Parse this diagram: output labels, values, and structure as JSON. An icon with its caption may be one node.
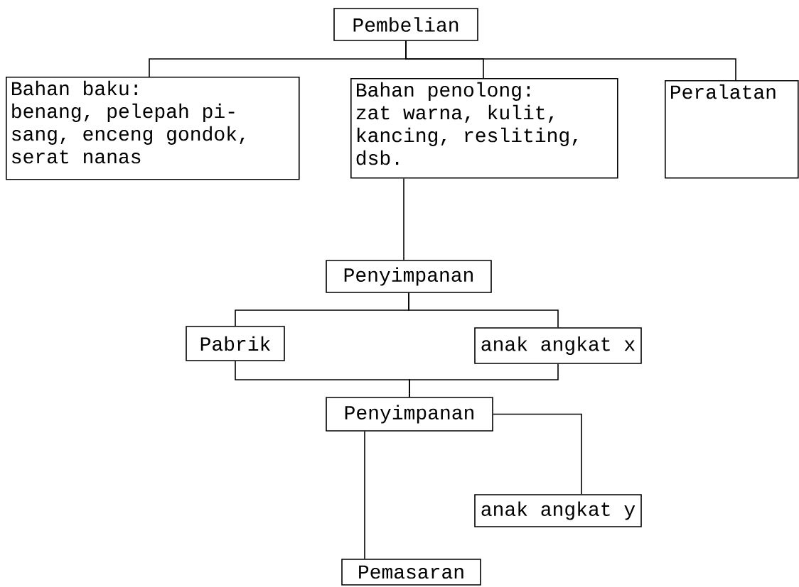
{
  "diagram": {
    "nodes": [
      {
        "text": [
          "Pembelian"
        ]
      },
      {
        "text": [
          "Bahan baku:",
          "benang, pelepah pi- sang, enceng gondok, serat nanas"
        ]
      },
      {
        "text": [
          "Bahan penolong:",
          "zat warna, kulit, kancing, resliting, dsb."
        ]
      },
      {
        "text": [
          "Peralatan"
        ]
      },
      {
        "text": [
          "Penyimpanan"
        ]
      },
      {
        "text": [
          "Pabrik"
        ]
      },
      {
        "text": [
          "anak angkat x"
        ]
      },
      {
        "text": [
          "Penyimpanan"
        ]
      },
      {
        "text": [
          "anak angkat y"
        ]
      },
      {
        "text": [
          "Pemasaran"
        ]
      }
    ],
    "edges": [
      {
        "from": 0,
        "to": 1,
        "arrow": "none"
      },
      {
        "from": 0,
        "to": 2,
        "arrow": "none"
      },
      {
        "from": 0,
        "to": 3,
        "arrow": "none"
      },
      {
        "from": 2,
        "to": 4,
        "arrow": "none"
      },
      {
        "from": 4,
        "to": 5,
        "arrow": "none"
      },
      {
        "from": 4,
        "to": 6,
        "arrow": "none"
      },
      {
        "from": 5,
        "to": 7,
        "arrow": "none"
      },
      {
        "from": 6,
        "to": 7,
        "arrow": "none"
      },
      {
        "from": 7,
        "to": 8,
        "arrow": "none"
      },
      {
        "from": 7,
        "to": 9,
        "arrow": "none"
      }
    ]
  }
}
